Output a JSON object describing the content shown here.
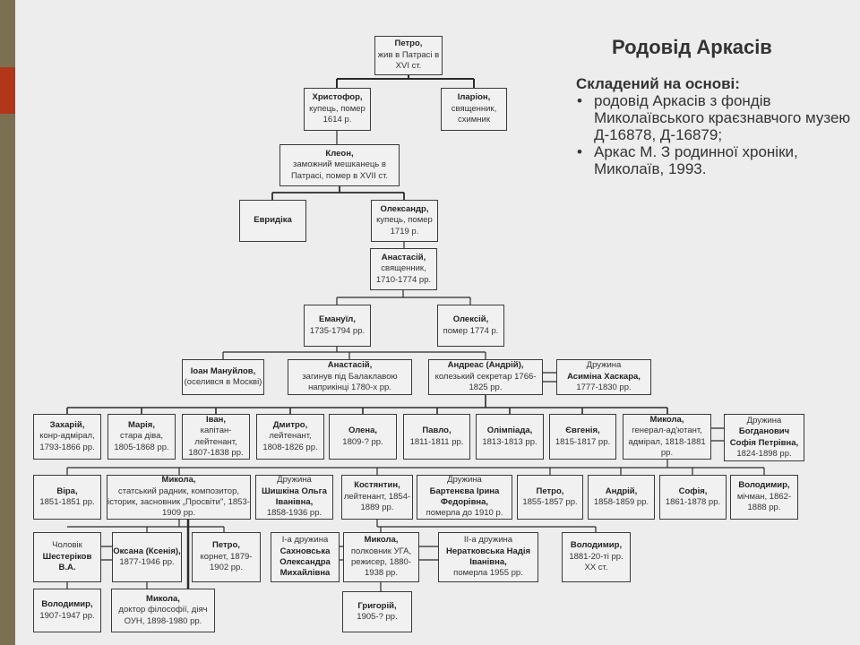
{
  "title": "Родовід Аркасів",
  "sources": {
    "heading": "Складений на основі:",
    "items": [
      "родовід Аркасів з фондів Миколаївського краєзнавчого музею Д-16878, Д-16879;",
      "Аркас М. З родинної хроніки, Миколаїв, 1993."
    ]
  },
  "people": {
    "petro": {
      "name": "Петро,",
      "info": "жив в Патрасі в XVI ст."
    },
    "khrystofor": {
      "name": "Христофор,",
      "info": "купець, помер 1614 р."
    },
    "ilarion": {
      "name": "Іларіон,",
      "info": "священник, схимник"
    },
    "kleon": {
      "name": "Клеон,",
      "info": "заможний мешканець в Патрасі, помер в XVII ст."
    },
    "evrydika": {
      "name": "Евридіка",
      "info": ""
    },
    "oleksandr": {
      "name": "Олександр,",
      "info": "купець, помер 1719 р."
    },
    "anastasii1": {
      "name": "Анастасій,",
      "info": "священник, 1710-1774 рр."
    },
    "emanuil": {
      "name": "Емануїл,",
      "info": "1735-1794 рр."
    },
    "oleksii": {
      "name": "Олексій,",
      "info": "помер 1774 р."
    },
    "ioan": {
      "name": "Іоан Мануйлов,",
      "info": "(оселився в Москві)"
    },
    "anastasii2": {
      "name": "Анастасій,",
      "info": "загинув під Балаклавою наприкінці 1780-х рр."
    },
    "andreas": {
      "name": "Андреас (Андрій),",
      "info": "колезький секретар 1766-1825 рр."
    },
    "asymina": {
      "name": "Асиміна Хаскара,",
      "pre": "Дружина",
      "info": "1777-1830 рр."
    },
    "zakharii": {
      "name": "Захарій,",
      "info": "конр-адмірал, 1793-1866 рр."
    },
    "mariia": {
      "name": "Марія,",
      "info": "стара діва, 1805-1868 рр."
    },
    "ivan": {
      "name": "Іван,",
      "info": "капітан-лейтенант, 1807-1838 рр."
    },
    "dmytro": {
      "name": "Дмитро,",
      "info": "лейтенант, 1808-1826 рр."
    },
    "olena": {
      "name": "Олена,",
      "info": "1809-? рр."
    },
    "pavlo": {
      "name": "Павло,",
      "info": "1811-1811 рр."
    },
    "olimpiada": {
      "name": "Олімпіада,",
      "info": "1813-1813 рр."
    },
    "yevheniia": {
      "name": "Євгенія,",
      "info": "1815-1817 рр."
    },
    "mykola1": {
      "name": "Микола,",
      "info": "генерал-ад'ютант, адмірал, 1818-1881 рр."
    },
    "sofiia1": {
      "pre": "Дружина",
      "name": "Богданович Софія Петрівна,",
      "info": "1824-1898 рр."
    },
    "vira": {
      "name": "Віра,",
      "info": "1851-1851 рр."
    },
    "mykola2": {
      "name": "Микола,",
      "info": "статський радник, композитор, історик, засновник „Просвіти\", 1853-1909 рр."
    },
    "shyshkina": {
      "pre": "Дружина",
      "name": "Шишкіна Ольга Іванівна,",
      "info": "1858-1936 рр."
    },
    "kostiantyn": {
      "name": "Костянтин,",
      "info": "лейтенант, 1854-1889 рр."
    },
    "bartenieva": {
      "pre": "Дружина",
      "name": "Бартенєва Ірина Федорівна,",
      "info": "померла до 1910 р."
    },
    "petro2": {
      "name": "Петро,",
      "info": "1855-1857 рр."
    },
    "andrii": {
      "name": "Андрій,",
      "info": "1858-1859 рр."
    },
    "sofiia2": {
      "name": "Софія,",
      "info": "1861-1878 рр."
    },
    "volodymyr1": {
      "name": "Володимир,",
      "info": "мічман, 1862-1888 рр."
    },
    "shesterikov": {
      "pre": "Чоловік",
      "name": "Шестеріков В.А.",
      "info": ""
    },
    "oksana": {
      "name": "Оксана (Ксенія),",
      "info": "1877-1946 рр."
    },
    "petro3": {
      "name": "Петро,",
      "info": "корнет, 1879-1902 рр."
    },
    "sakhnovska": {
      "pre": "I-а дружина",
      "name": "Сахновська Олександра Михайлівна",
      "info": ""
    },
    "mykola3": {
      "name": "Микола,",
      "info": "полковник УГА, режисер, 1880-1938 рр."
    },
    "neratkovska": {
      "pre": "II-а дружина",
      "name": "Нератковська Надія Іванівна,",
      "info": "померла 1955 рр."
    },
    "volodymyr2": {
      "name": "Володимир,",
      "info": "1881-20-ті рр. XX ст."
    },
    "volodymyr3": {
      "name": "Володимир,",
      "info": "1907-1947 рр."
    },
    "mykola4": {
      "name": "Микола,",
      "info": "доктор філософії, діяч ОУН, 1898-1980 рр."
    },
    "hryhorii": {
      "name": "Григорій,",
      "info": "1905-? рр."
    }
  }
}
